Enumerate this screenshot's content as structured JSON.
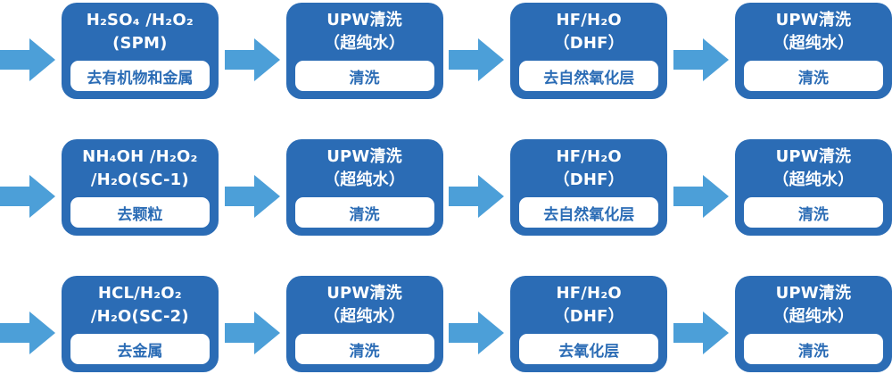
{
  "colors": {
    "box_blue": "#2b6cb5",
    "arrow_blue": "#4c9fd8",
    "pill_bg": "#ffffff",
    "title_text": "#ffffff",
    "pill_text": "#2b6cb5",
    "page_bg": "#ffffff"
  },
  "rows": [
    {
      "steps": [
        {
          "title_line1": "H₂SO₄ /H₂O₂",
          "title_line2": "(SPM)",
          "label": "去有机物和金属"
        },
        {
          "title_line1": "UPW清洗",
          "title_line2": "（超纯水）",
          "label": "清洗"
        },
        {
          "title_line1": "HF/H₂O",
          "title_line2": "（DHF）",
          "label": "去自然氧化层"
        },
        {
          "title_line1": "UPW清洗",
          "title_line2": "（超纯水）",
          "label": "清洗"
        }
      ]
    },
    {
      "steps": [
        {
          "title_line1": "NH₄OH /H₂O₂",
          "title_line2": "/H₂O(SC-1)",
          "label": "去颗粒"
        },
        {
          "title_line1": "UPW清洗",
          "title_line2": "（超纯水）",
          "label": "清洗"
        },
        {
          "title_line1": "HF/H₂O",
          "title_line2": "（DHF）",
          "label": "去自然氧化层"
        },
        {
          "title_line1": "UPW清洗",
          "title_line2": "（超纯水）",
          "label": "清洗"
        }
      ]
    },
    {
      "steps": [
        {
          "title_line1": "HCL/H₂O₂",
          "title_line2": "/H₂O(SC-2)",
          "label": "去金属"
        },
        {
          "title_line1": "UPW清洗",
          "title_line2": "（超纯水）",
          "label": "清洗"
        },
        {
          "title_line1": "HF/H₂O",
          "title_line2": "（DHF）",
          "label": "去氧化层"
        },
        {
          "title_line1": "UPW清洗",
          "title_line2": "（超纯水）",
          "label": "清洗"
        }
      ]
    }
  ]
}
